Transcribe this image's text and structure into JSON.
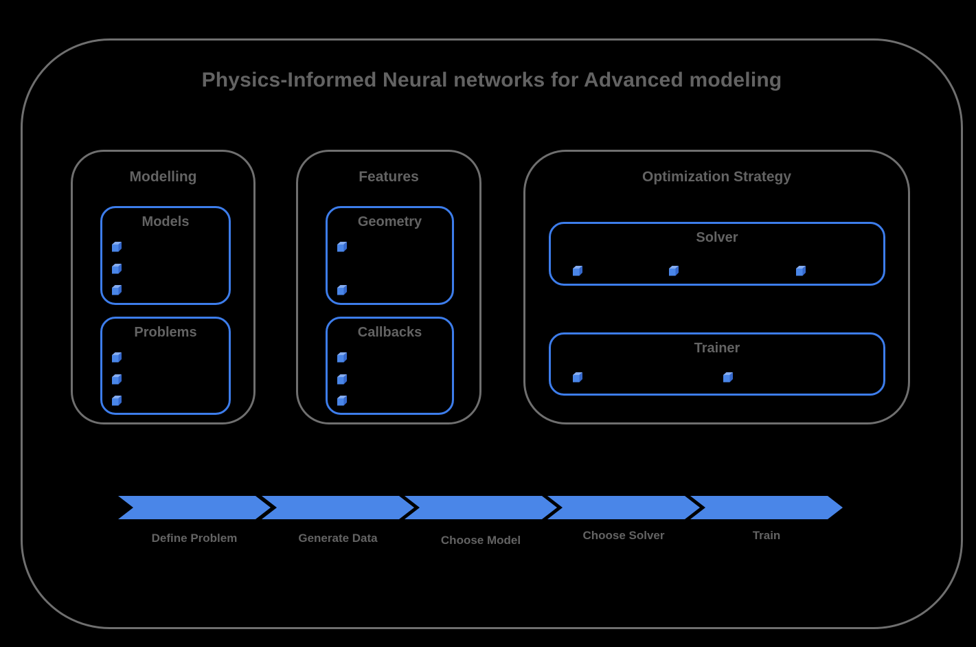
{
  "title": "Physics-Informed Neural networks for Advanced modeling",
  "colors": {
    "background": "#000000",
    "outline-gray": "#6f6f6f",
    "text-gray": "#636363",
    "card-border-blue": "#3d7deb",
    "arrow-blue": "#4a86e8",
    "cube-front": "#4a86e8",
    "cube-top": "#85acf0",
    "cube-side": "#3568cc"
  },
  "groups": [
    {
      "label": "Modelling",
      "cards": [
        {
          "label": "Models",
          "bullets": 3
        },
        {
          "label": "Problems",
          "bullets": 3
        }
      ]
    },
    {
      "label": "Features",
      "cards": [
        {
          "label": "Geometry",
          "bullets": 2
        },
        {
          "label": "Callbacks",
          "bullets": 3
        }
      ]
    },
    {
      "label": "Optimization Strategy",
      "cards": [
        {
          "label": "Solver",
          "bullets": 3
        },
        {
          "label": "Trainer",
          "bullets": 2
        }
      ]
    }
  ],
  "flow": {
    "steps": [
      {
        "label": "Define Problem"
      },
      {
        "label": "Generate Data"
      },
      {
        "label": "Choose Model"
      },
      {
        "label": "Choose Solver"
      },
      {
        "label": "Train"
      }
    ]
  }
}
